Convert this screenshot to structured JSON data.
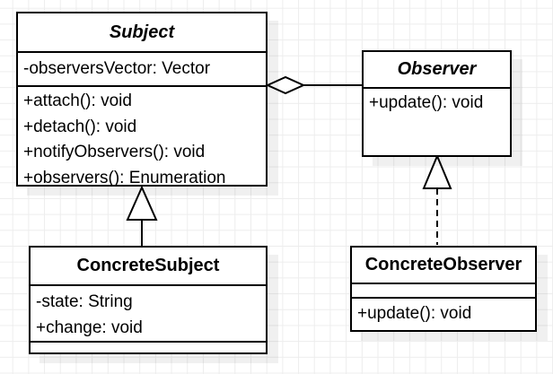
{
  "appearance": {
    "background": "#ffffff",
    "grid_color": "#ededed",
    "box_fill": "#ffffff",
    "box_border": "#000000",
    "text_color": "#000000",
    "shadow_color": "rgba(0,0,0,0.06)"
  },
  "classes": {
    "subject": {
      "name": "Subject",
      "attributes": [
        "-observersVector: Vector"
      ],
      "methods": [
        "+attach(): void",
        "+detach(): void",
        "+notifyObservers(): void",
        "+observers(): Enumeration"
      ]
    },
    "observer": {
      "name": "Observer",
      "methods": [
        "+update(): void"
      ]
    },
    "concrete_subject": {
      "name": "ConcreteSubject",
      "members": [
        "-state: String",
        "+change: void"
      ]
    },
    "concrete_observer": {
      "name": "ConcreteObserver",
      "methods": [
        "+update(): void"
      ]
    }
  }
}
